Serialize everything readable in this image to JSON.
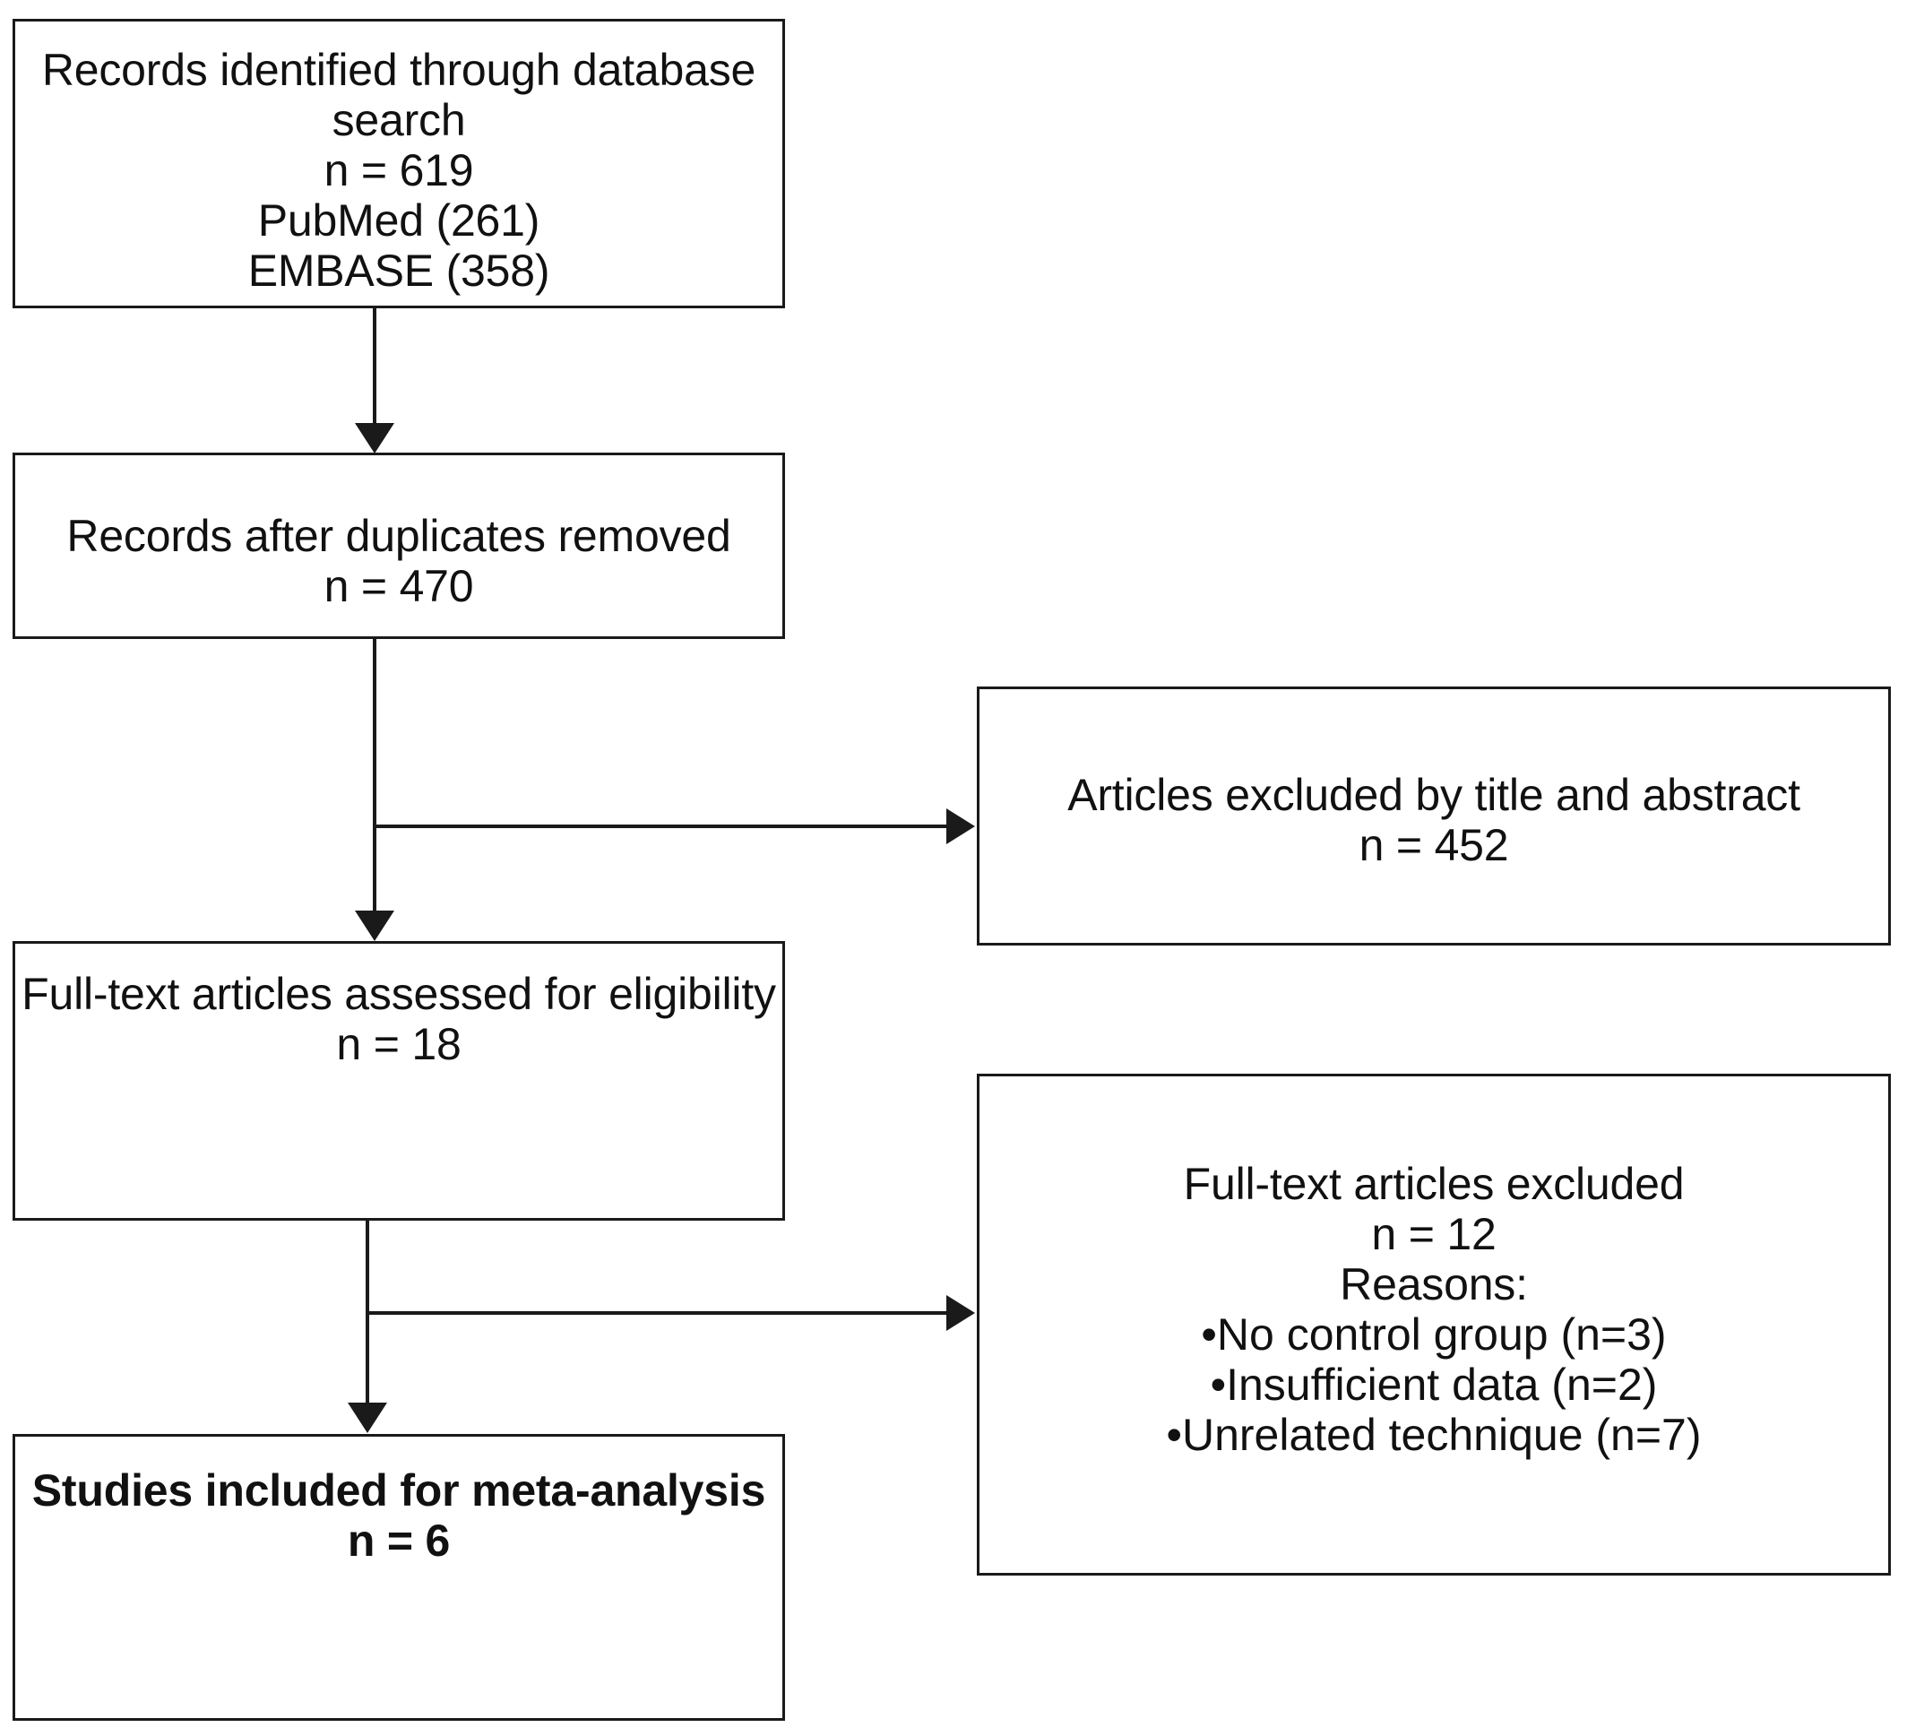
{
  "diagram": {
    "type": "prisma-flow-diagram",
    "boxes": {
      "identified": {
        "lines": [
          "Records identified through database",
          "search",
          "n = 619",
          "PubMed (261)",
          "EMBASE (358)"
        ],
        "n": 619,
        "sources": {
          "PubMed": 261,
          "EMBASE": 358
        }
      },
      "duplicates_removed": {
        "lines": [
          "Records after duplicates removed",
          "n = 470"
        ],
        "n": 470
      },
      "excluded_title_abstract": {
        "lines": [
          "Articles excluded by title and abstract",
          "n = 452"
        ],
        "n": 452
      },
      "fulltext_assessed": {
        "lines": [
          "Full-text articles assessed for eligibility",
          "n = 18"
        ],
        "n": 18
      },
      "excluded_fulltext": {
        "lines": [
          "Full-text articles excluded",
          "n = 12",
          "Reasons:"
        ],
        "n": 12,
        "reasons": [
          "•No control group (n=3)",
          "•Insufficient data (n=2)",
          "•Unrelated technique (n=7)"
        ]
      },
      "included": {
        "lines": [
          "Studies included for meta-analysis",
          "n = 6"
        ],
        "n": 6
      }
    },
    "colors": {
      "border": "#1a1a1a",
      "background": "#ffffff",
      "text": "#111111"
    }
  }
}
